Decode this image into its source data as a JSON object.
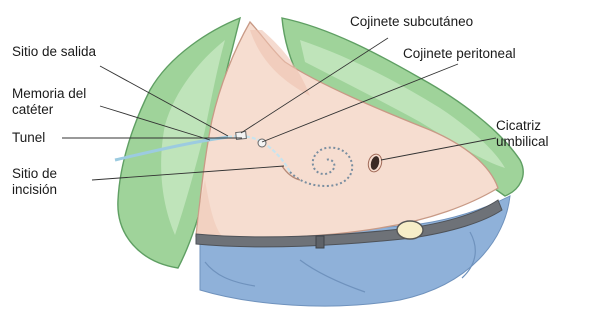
{
  "labels": {
    "subcutaneous_cuff": "Cojinete subcutáneo",
    "exit_site": "Sitio de salida",
    "peritoneal_cuff": "Cojinete peritoneal",
    "catheter_memory": "Memoria del\ncatéter",
    "tunnel": "Tunel",
    "umbilical_scar": "Cicatriz\numbilical",
    "incision_site": "Sitio de\nincisión"
  },
  "colors": {
    "skin": "#f6ddd0",
    "skin_shade": "#eec3b0",
    "gown_green": "#8fc98a",
    "gown_green_dark": "#5f9f63",
    "pants_blue": "#8fb1d9",
    "belt_gray": "#6e7278",
    "catheter": "#b9dce9",
    "line": "#333333"
  }
}
